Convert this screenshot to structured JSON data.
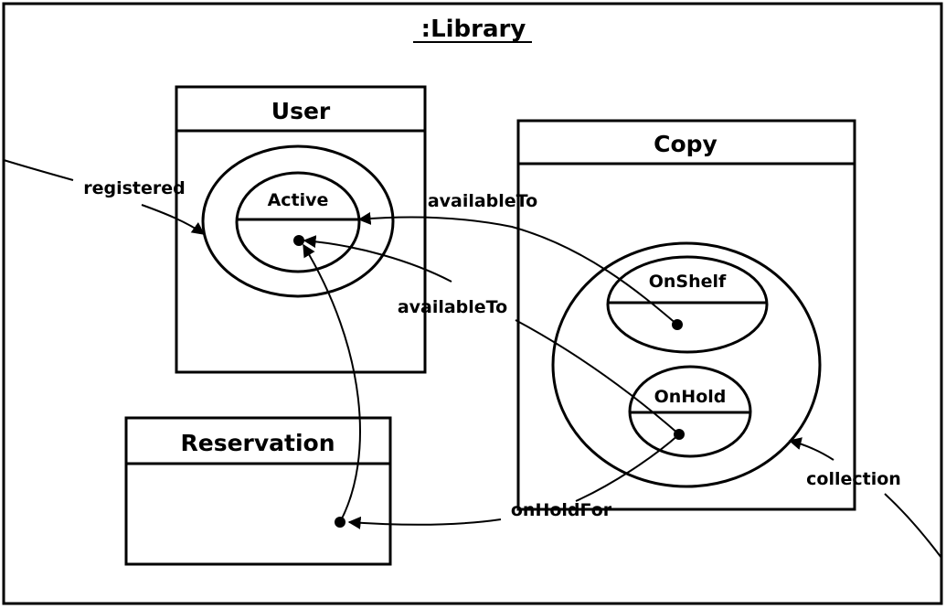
{
  "diagram": {
    "title": ":Library",
    "classes": {
      "user": "User",
      "copy": "Copy",
      "reservation": "Reservation"
    },
    "states": {
      "active": "Active",
      "on_shelf": "OnShelf",
      "on_hold": "OnHold"
    },
    "edge_labels": {
      "registered": "registered",
      "available_to_1": "availableTo",
      "available_to_2": "availableTo",
      "on_hold_for": "onHoldFor",
      "collection": "collection"
    }
  }
}
